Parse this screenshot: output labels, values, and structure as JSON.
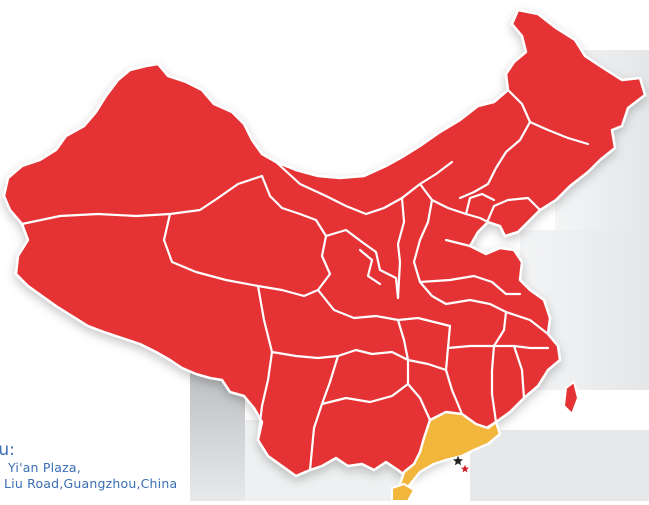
{
  "map": {
    "colors": {
      "province_fill": "#e53234",
      "highlight_fill": "#f3b63c",
      "border": "#ffffff",
      "panel_light": "#eceeef",
      "panel_dark": "#c9cbcd"
    },
    "highlighted_region": "Guangdong",
    "markers": [
      {
        "name": "black-star-icon",
        "color": "#222222"
      },
      {
        "name": "red-star-icon",
        "color": "#d0202a"
      }
    ]
  },
  "address": {
    "city_fragment": "ou:",
    "line1": "Yi'an Plaza,",
    "line2": "Liu Road,Guangzhou,China"
  }
}
